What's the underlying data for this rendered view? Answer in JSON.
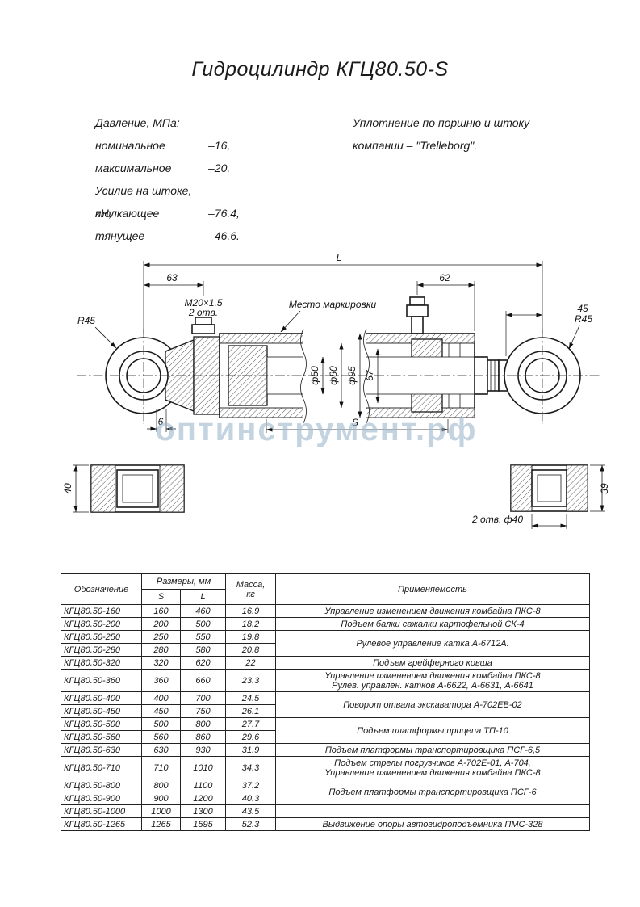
{
  "title": "Гидроцилиндр КГЦ80.50-S",
  "specs": {
    "rows": [
      {
        "label": "Давление, МПа:",
        "value": ""
      },
      {
        "label": "номинальное",
        "value": "–16,"
      },
      {
        "label": "максимальное",
        "value": "–20."
      },
      {
        "label": "Усилие на штоке, кН;",
        "value": ""
      },
      {
        "label": "толкающее",
        "value": "–76.4,"
      },
      {
        "label": "тянущее",
        "value": "–46.6."
      }
    ]
  },
  "seal_note": {
    "line1": "Уплотнение по поршню и штоку",
    "line2": "компании – \"Trelleborg\"."
  },
  "drawing": {
    "dims": {
      "overall_length": "L",
      "left_port_offset": "63",
      "right_port_offset": "62",
      "eye_width": "45",
      "thread": "M20×1.5",
      "thread_holes": "2 отв.",
      "marking_note": "Место маркировки",
      "radius_left": "R45",
      "radius_right": "R45",
      "rod_dia": "ф50",
      "bore_dia": "ф80",
      "tube_dia": "ф95",
      "spigot": "67",
      "stroke": "S",
      "weld": "6",
      "eye_thickness_left": "40",
      "eye_thickness_right": "39",
      "eye_bore_note": "2 отв. ф40"
    },
    "watermark": "оптинструмент.рф"
  },
  "table": {
    "headers": {
      "designation": "Обозначение",
      "dimensions": "Размеры, мм",
      "s": "S",
      "l": "L",
      "mass1": "Масса,",
      "mass2": "кг",
      "application": "Применяемость"
    },
    "rows": [
      {
        "d": "КГЦ80.50-160",
        "s": "160",
        "l": "460",
        "m": "16.9",
        "app": [
          "Управление изменением движения комбайна ПКС-8"
        ],
        "span": 1
      },
      {
        "d": "КГЦ80.50-200",
        "s": "200",
        "l": "500",
        "m": "18.2",
        "app": [
          "Подъем балки сажалки картофельной СК-4"
        ],
        "span": 1
      },
      {
        "d": "КГЦ80.50-250",
        "s": "250",
        "l": "550",
        "m": "19.8",
        "app": [
          "Рулевое управление катка А-6712А."
        ],
        "span": 2
      },
      {
        "d": "КГЦ80.50-280",
        "s": "280",
        "l": "580",
        "m": "20.8",
        "app": null
      },
      {
        "d": "КГЦ80.50-320",
        "s": "320",
        "l": "620",
        "m": "22",
        "app": [
          "Подъем грейферного ковша"
        ],
        "span": 1
      },
      {
        "d": "КГЦ80.50-360",
        "s": "360",
        "l": "660",
        "m": "23.3",
        "app": [
          "Управление изменением движения комбайна ПКС-8",
          "Рулев. управлен. катков А-6622, А-6631, А-6641"
        ],
        "span": 1
      },
      {
        "d": "КГЦ80.50-400",
        "s": "400",
        "l": "700",
        "m": "24.5",
        "app": [
          "Поворот отвала экскаватора А-702ЕВ-02"
        ],
        "span": 2
      },
      {
        "d": "КГЦ80.50-450",
        "s": "450",
        "l": "750",
        "m": "26.1",
        "app": null
      },
      {
        "d": "КГЦ80.50-500",
        "s": "500",
        "l": "800",
        "m": "27.7",
        "app": [
          "Подъем платформы прицепа ТП-10"
        ],
        "span": 2
      },
      {
        "d": "КГЦ80.50-560",
        "s": "560",
        "l": "860",
        "m": "29.6",
        "app": null
      },
      {
        "d": "КГЦ80.50-630",
        "s": "630",
        "l": "930",
        "m": "31.9",
        "app": [
          "Подъем платформы транспортировщика ПСГ-6,5"
        ],
        "span": 1
      },
      {
        "d": "КГЦ80.50-710",
        "s": "710",
        "l": "1010",
        "m": "34.3",
        "app": [
          "Подъем стрелы погрузчиков А-702Е-01, А-704.",
          "Управление изменением движения комбайна ПКС-8"
        ],
        "span": 1
      },
      {
        "d": "КГЦ80.50-800",
        "s": "800",
        "l": "1100",
        "m": "37.2",
        "app": [
          "Подъем платформы транспортировщика ПСГ-6"
        ],
        "span": 2
      },
      {
        "d": "КГЦ80.50-900",
        "s": "900",
        "l": "1200",
        "m": "40.3",
        "app": null
      },
      {
        "d": "КГЦ80.50-1000",
        "s": "1000",
        "l": "1300",
        "m": "43.5",
        "app": [],
        "span": 1
      },
      {
        "d": "КГЦ80.50-1265",
        "s": "1265",
        "l": "1595",
        "m": "52.3",
        "app": [
          "Выдвижение опоры автогидроподъемника ПМС-328"
        ],
        "span": 1
      }
    ]
  }
}
